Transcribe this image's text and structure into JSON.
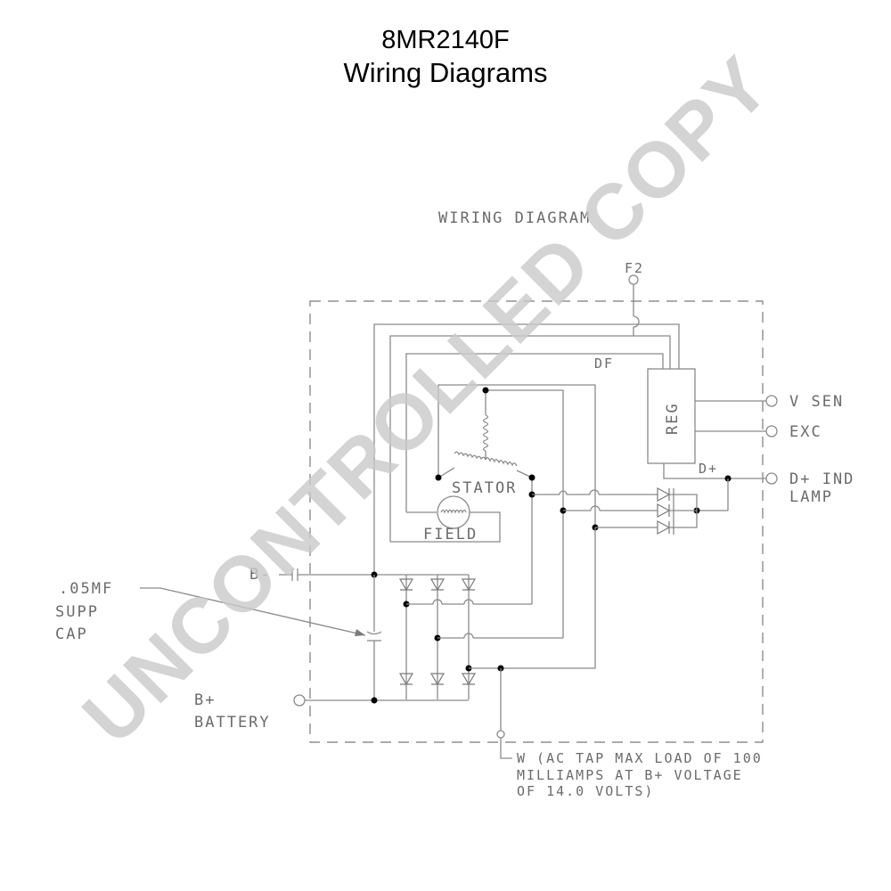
{
  "header": {
    "model": "8MR2140F",
    "title": "Wiring Diagrams"
  },
  "diagram": {
    "title": "WIRING DIAGRAM",
    "labels": {
      "f2": "F2",
      "df": "DF",
      "reg": "REG",
      "stator": "STATOR",
      "field": "FIELD",
      "v_sen": "V SEN",
      "exc": "EXC",
      "d_plus": "D+",
      "d_plus_ind": "D+ IND",
      "lamp": "LAMP",
      "b_minus": "B-",
      "b_plus": "B+",
      "battery": "BATTERY",
      "cap_line1": ".05MF",
      "cap_line2": "SUPP",
      "cap_line3": "CAP",
      "w_note_line1": "W (AC TAP MAX LOAD OF 100",
      "w_note_line2": "MILLIAMPS AT B+ VOLTAGE",
      "w_note_line3": "OF 14.0 VOLTS)"
    },
    "watermark": "UNCONTROLLED COPY"
  }
}
